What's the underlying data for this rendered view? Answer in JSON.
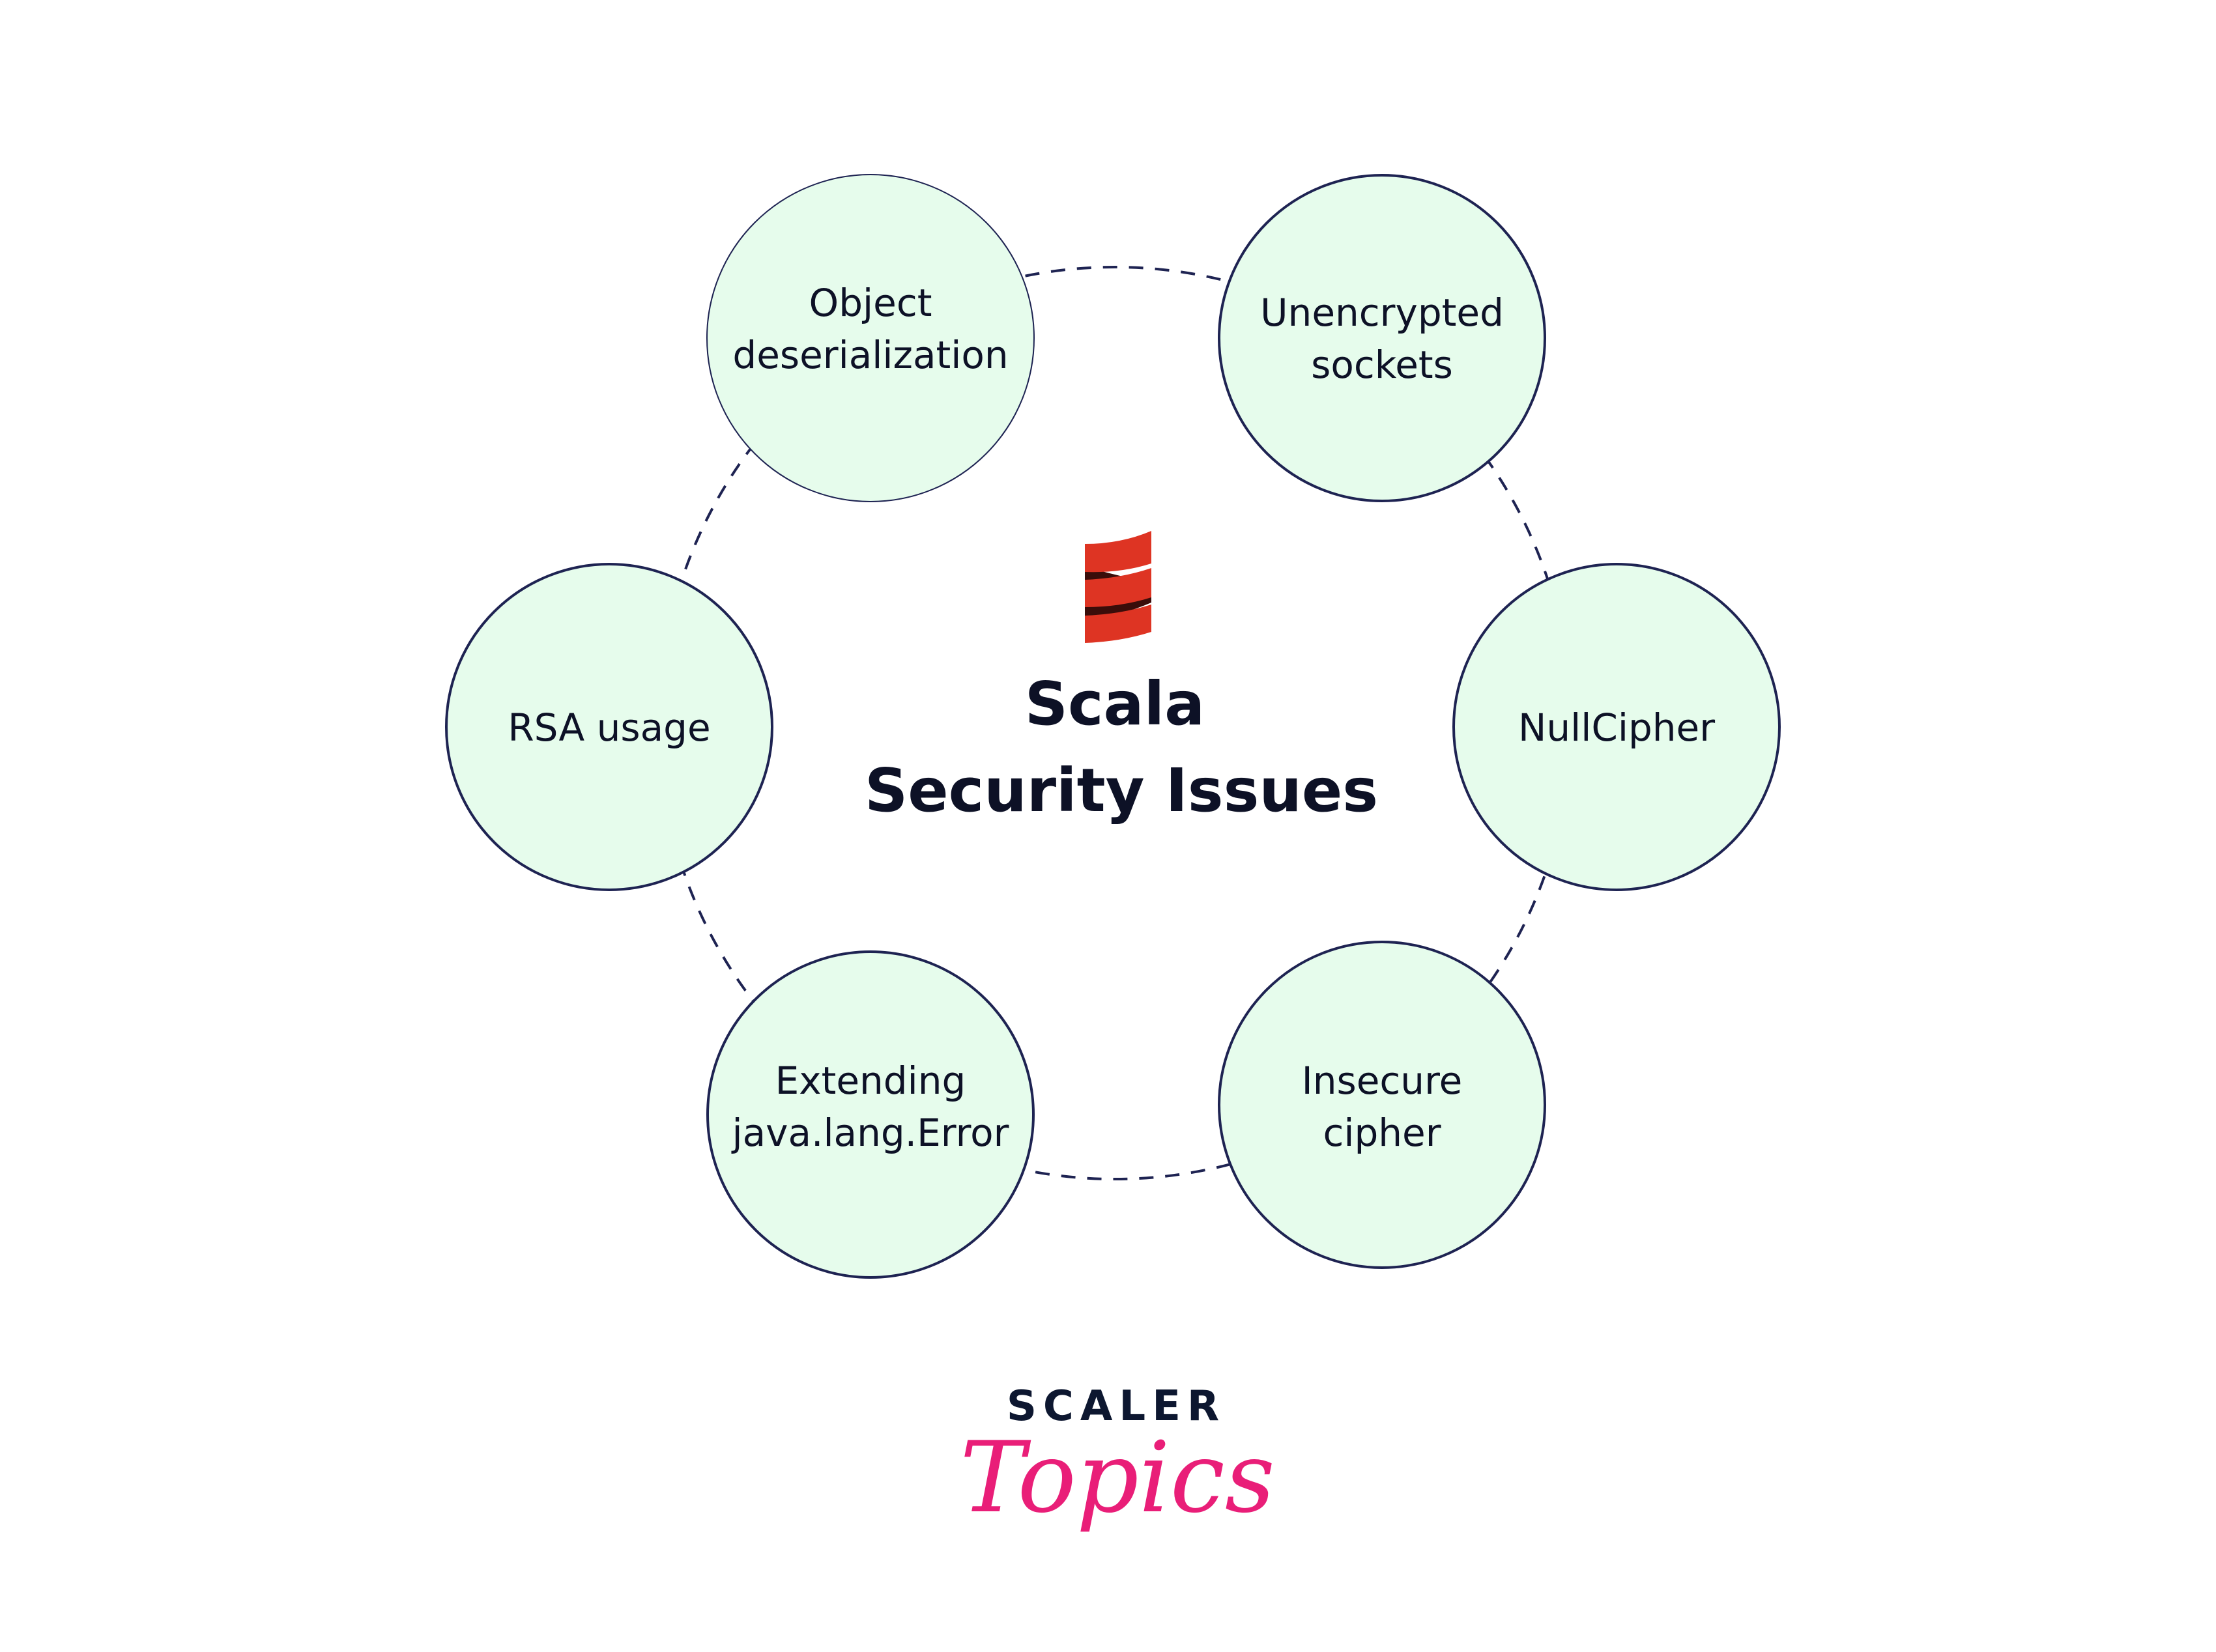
{
  "title": {
    "line1": "Scala",
    "line2": "Security Issues"
  },
  "nodes": [
    {
      "lines": [
        "Object",
        "deserialization"
      ]
    },
    {
      "lines": [
        "Unencrypted",
        "sockets"
      ]
    },
    {
      "lines": [
        "NullCipher"
      ]
    },
    {
      "lines": [
        "Insecure",
        "cipher"
      ]
    },
    {
      "lines": [
        "Extending",
        "java.lang.Error"
      ]
    },
    {
      "lines": [
        "RSA usage"
      ]
    }
  ],
  "brand": {
    "top": "SCALER",
    "bottom": "Topics"
  },
  "colors": {
    "node_fill": "#e6fcec",
    "node_stroke": "#1e2352",
    "logo_red": "#de3423",
    "logo_dark": "#3a0d0a",
    "brand_pink": "#e91e78"
  }
}
